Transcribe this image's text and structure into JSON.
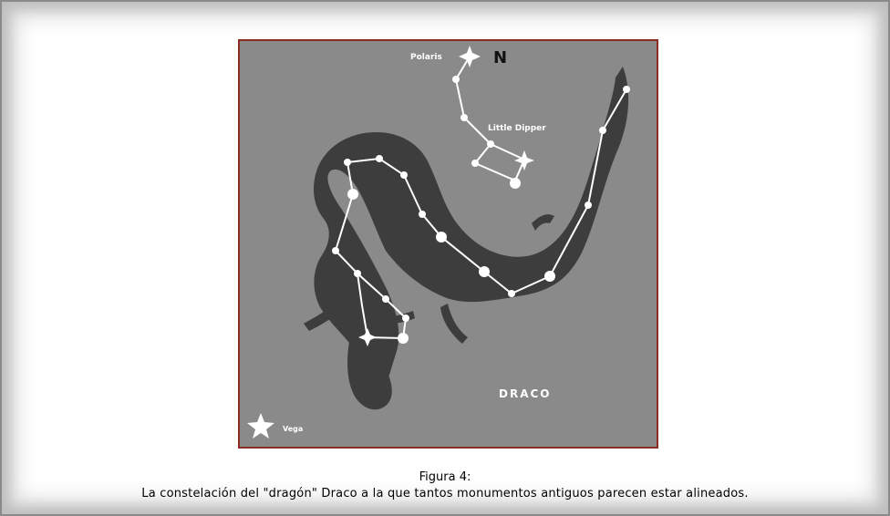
{
  "figure": {
    "labels": {
      "polaris": "Polaris",
      "north": "N",
      "little_dipper": "Little Dipper",
      "draco": "DRACO",
      "vega": "Vega"
    },
    "colors": {
      "background": "#8a8a8a",
      "dragon": "#3d3d3d",
      "stars": "#ffffff",
      "border": "#8e2b22"
    }
  },
  "caption": {
    "title": "Figura 4:",
    "text": "La constelación del \"dragón\" Draco a la que tantos monumentos antiguos parecen estar alineados."
  }
}
